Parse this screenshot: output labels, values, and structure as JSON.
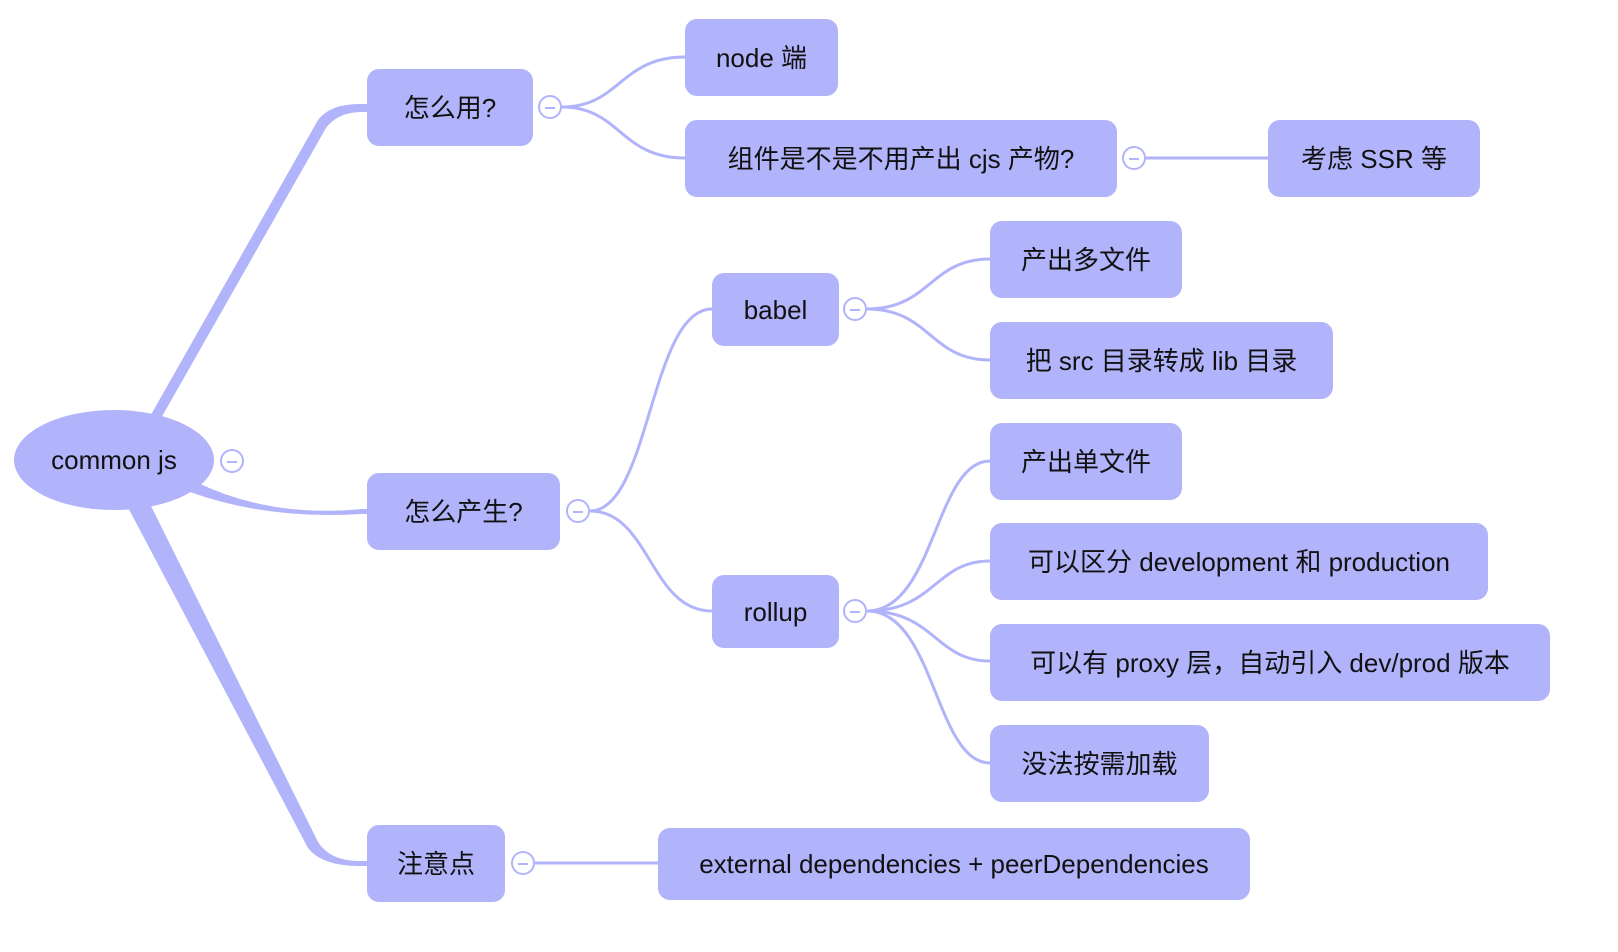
{
  "theme": {
    "node_fill": "#b2b4fb",
    "link_color": "#b2b4fb",
    "text_color": "#111111"
  },
  "root": {
    "label": "common js"
  },
  "branches": [
    {
      "label": "怎么用?",
      "children": [
        {
          "label": "node 端"
        },
        {
          "label": "组件是不是不用产出 cjs 产物?",
          "children": [
            {
              "label": "考虑 SSR 等"
            }
          ]
        }
      ]
    },
    {
      "label": "怎么产生?",
      "children": [
        {
          "label": "babel",
          "children": [
            {
              "label": "产出多文件"
            },
            {
              "label": "把 src 目录转成 lib 目录"
            }
          ]
        },
        {
          "label": "rollup",
          "children": [
            {
              "label": "产出单文件"
            },
            {
              "label": "可以区分 development 和 production"
            },
            {
              "label": "可以有 proxy 层，自动引入 dev/prod 版本"
            },
            {
              "label": "没法按需加载"
            }
          ]
        }
      ]
    },
    {
      "label": "注意点",
      "children": [
        {
          "label": "external dependencies + peerDependencies"
        }
      ]
    }
  ],
  "toggle_icon": "collapse-minus-icon"
}
